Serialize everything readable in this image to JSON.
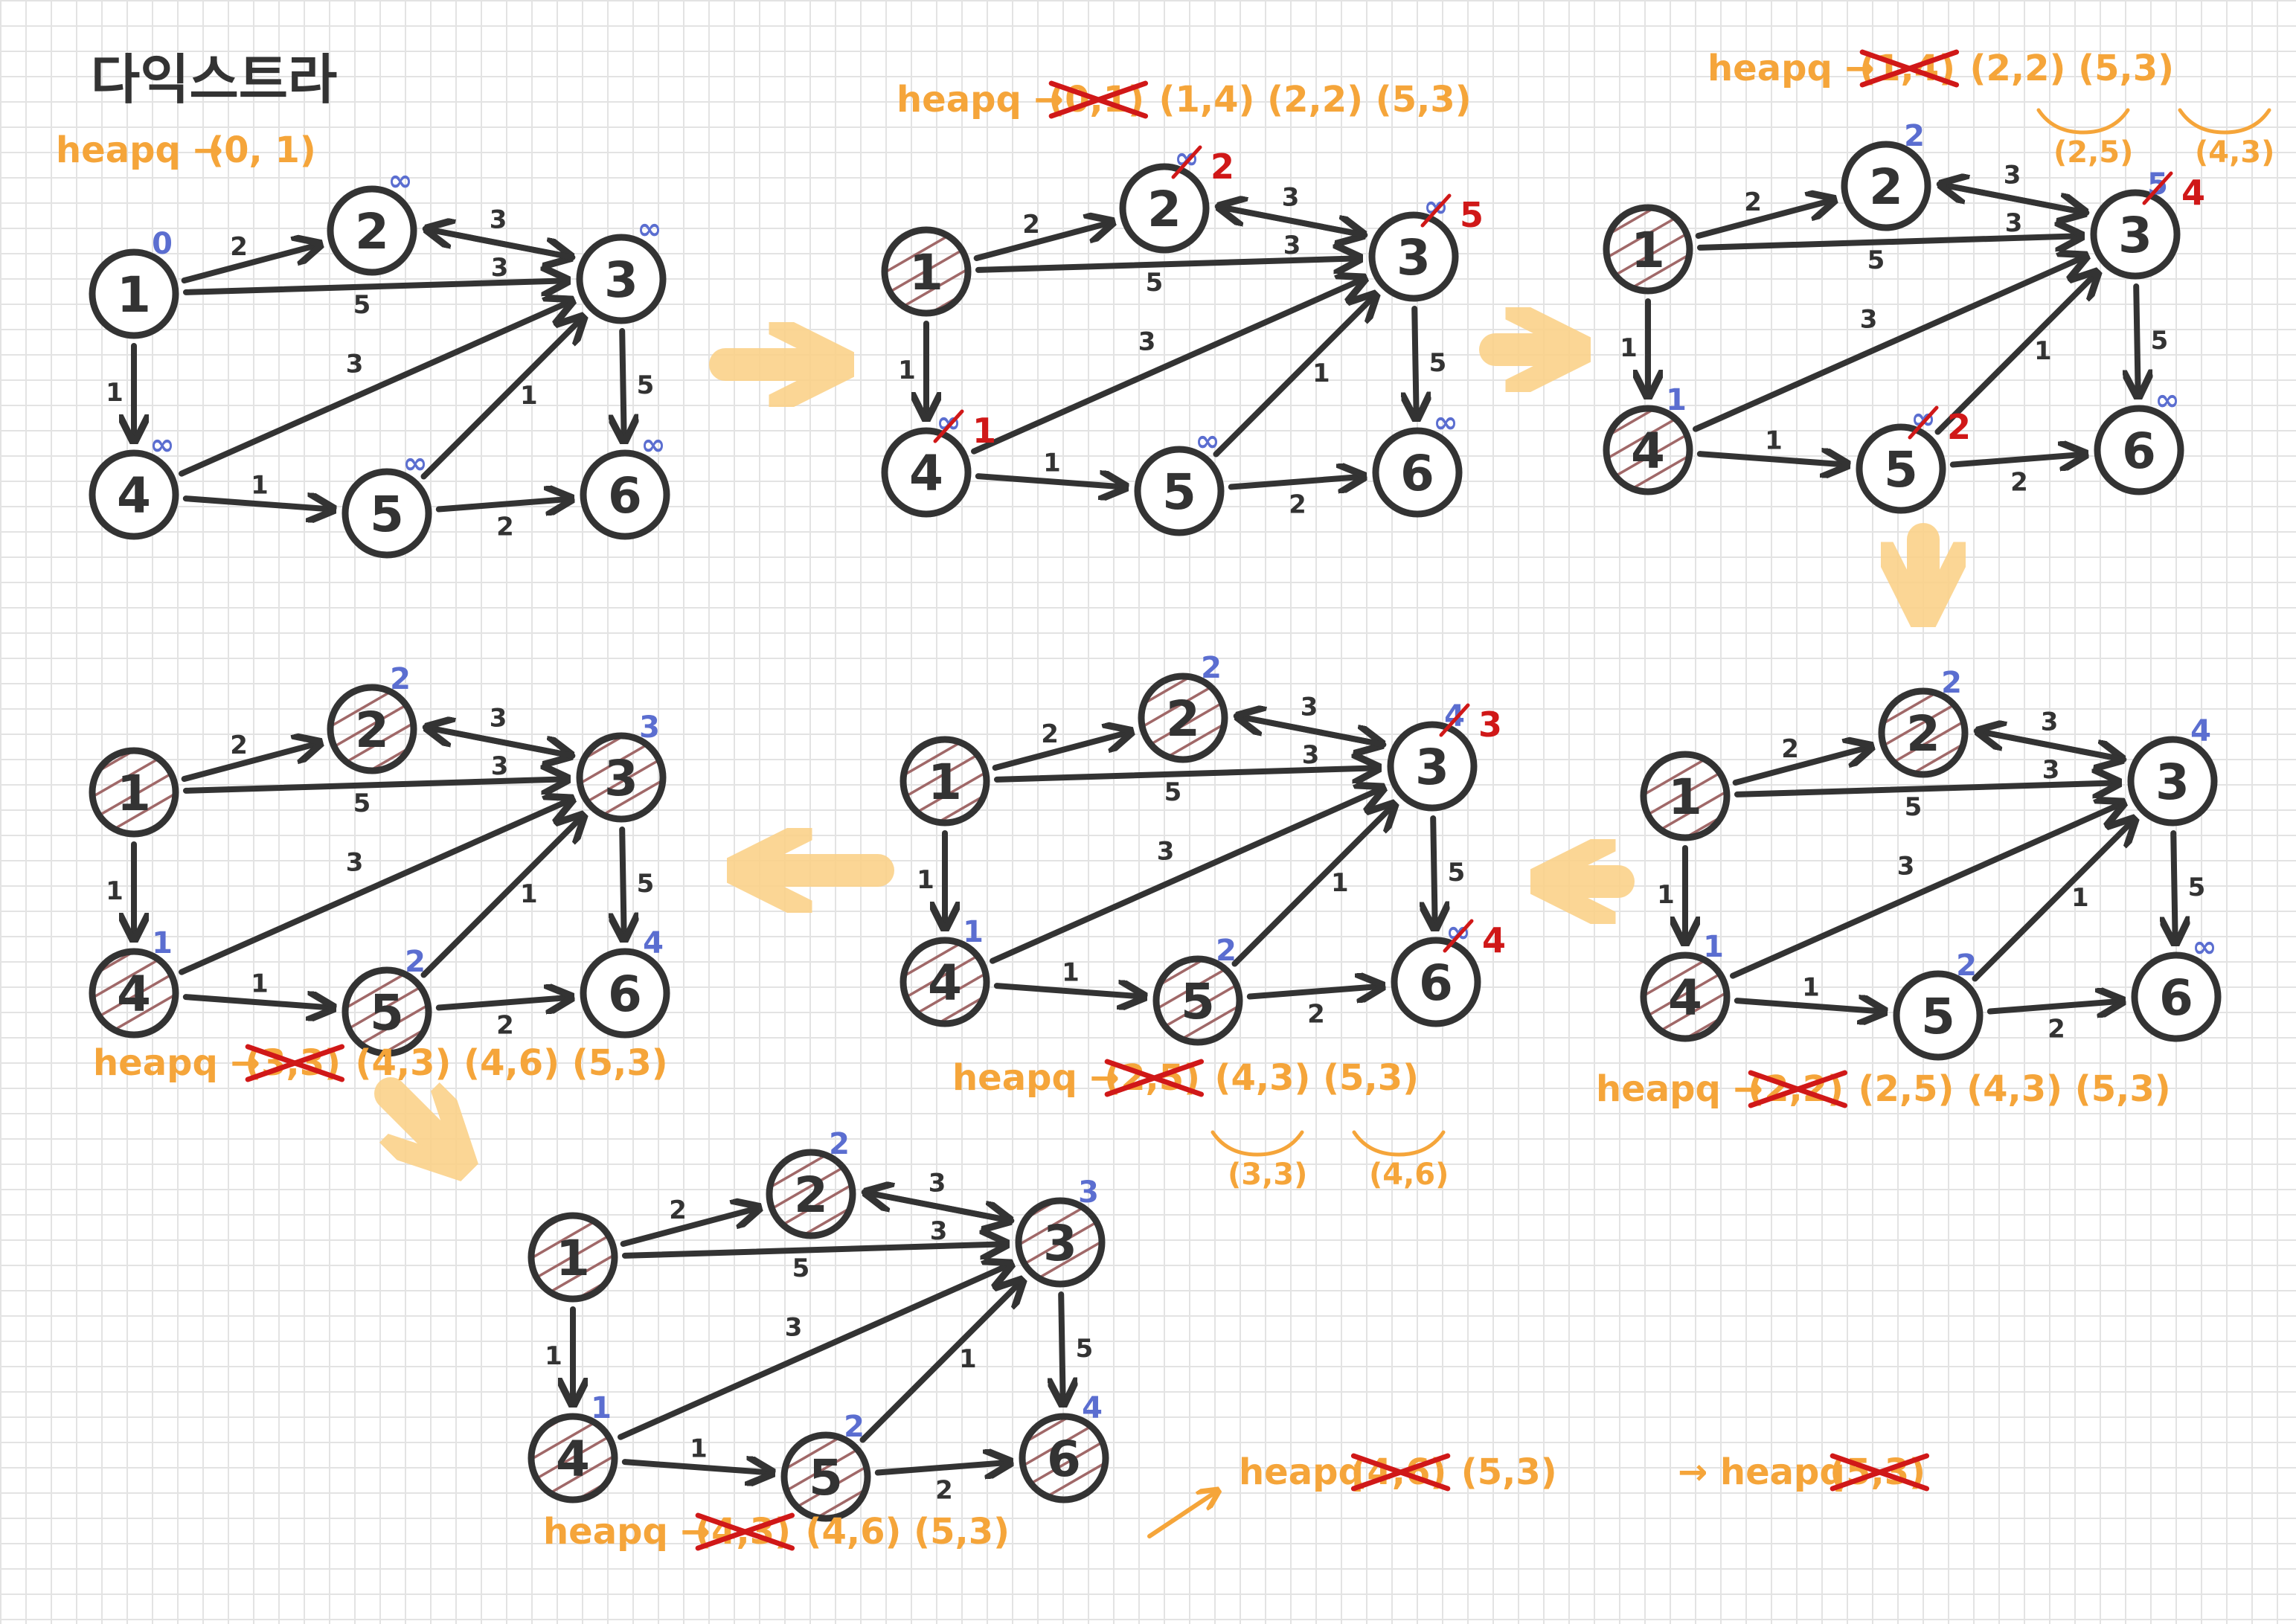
{
  "title": "다익스트라",
  "colors": {
    "ink": "#333333",
    "orange": "#f5a53a",
    "blue": "#5b6ed0",
    "red": "#d01818",
    "hatch": "#a06868",
    "arrow": "#fbd28a"
  },
  "graph": {
    "nodes": [
      "1",
      "2",
      "3",
      "4",
      "5",
      "6"
    ],
    "edges": [
      {
        "from": "1",
        "to": "2",
        "w": "2"
      },
      {
        "from": "1",
        "to": "3",
        "w": "5"
      },
      {
        "from": "1",
        "to": "4",
        "w": "1"
      },
      {
        "from": "2",
        "to": "3",
        "w": "3"
      },
      {
        "from": "3",
        "to": "2",
        "w": "3"
      },
      {
        "from": "3",
        "to": "6",
        "w": "5"
      },
      {
        "from": "4",
        "to": "3",
        "w": "3"
      },
      {
        "from": "4",
        "to": "5",
        "w": "1"
      },
      {
        "from": "5",
        "to": "3",
        "w": "1"
      },
      {
        "from": "5",
        "to": "6",
        "w": "2"
      }
    ]
  },
  "steps": [
    {
      "id": "s1",
      "visited": [],
      "labels": {
        "1": "0",
        "2": "∞",
        "3": "∞",
        "4": "∞",
        "5": "∞",
        "6": "∞"
      },
      "updates": {},
      "heap": {
        "prefix": "heapq →",
        "crossed": "",
        "items": "(0, 1)"
      }
    },
    {
      "id": "s2",
      "visited": [
        "1"
      ],
      "labels": {
        "1": "",
        "2": "∞",
        "3": "∞",
        "4": "∞",
        "5": "∞",
        "6": "∞"
      },
      "updates": {
        "2": "2",
        "3": "5",
        "4": "1"
      },
      "heap": {
        "prefix": "heapq →",
        "crossed": "(0,1)",
        "items": "(1,4) (2,2) (5,3)"
      }
    },
    {
      "id": "s3",
      "visited": [
        "1",
        "4"
      ],
      "labels": {
        "1": "",
        "2": "2",
        "3": "5",
        "4": "1",
        "5": "∞",
        "6": "∞"
      },
      "updates": {
        "3": "4",
        "5": "2"
      },
      "heap": {
        "prefix": "heapq →",
        "crossed": "(1,4)",
        "items": "(2,2) (5,3)",
        "added": [
          "(2,5)",
          "(4,3)"
        ]
      }
    },
    {
      "id": "s4",
      "visited": [
        "1",
        "4",
        "2"
      ],
      "labels": {
        "1": "",
        "2": "2",
        "3": "4",
        "4": "1",
        "5": "2",
        "6": "∞"
      },
      "updates": {},
      "heap": {
        "prefix": "heapq →",
        "crossed": "(2,2)",
        "items": "(2,5) (4,3) (5,3)"
      }
    },
    {
      "id": "s5",
      "visited": [
        "1",
        "4",
        "2",
        "5"
      ],
      "labels": {
        "1": "",
        "2": "2",
        "3": "4",
        "4": "1",
        "5": "2",
        "6": "∞"
      },
      "updates": {
        "3": "3",
        "6": "4"
      },
      "heap": {
        "prefix": "heapq →",
        "crossed": "(2,5)",
        "items": "(4,3) (5,3)",
        "added": [
          "(3,3)",
          "(4,6)"
        ]
      }
    },
    {
      "id": "s6",
      "visited": [
        "1",
        "4",
        "2",
        "5",
        "3"
      ],
      "labels": {
        "1": "",
        "2": "2",
        "3": "3",
        "4": "1",
        "5": "2",
        "6": "4"
      },
      "updates": {},
      "heap": {
        "prefix": "heapq →",
        "crossed": "(3,3)",
        "items": "(4,3) (4,6) (5,3)"
      }
    },
    {
      "id": "s7",
      "visited": [
        "1",
        "4",
        "2",
        "5",
        "3",
        "6"
      ],
      "labels": {
        "1": "",
        "2": "2",
        "3": "3",
        "4": "1",
        "5": "2",
        "6": "4"
      },
      "updates": {},
      "heap": {
        "prefix": "heapq →",
        "crossed": "(4,3)",
        "items": "(4,6) (5,3)"
      }
    }
  ],
  "final_heaps": [
    {
      "prefix": "heapq",
      "crossed": "(4,6)",
      "items": "(5,3)"
    },
    {
      "prefix": "→ heapq",
      "crossed": "(5,3)",
      "items": ""
    }
  ]
}
